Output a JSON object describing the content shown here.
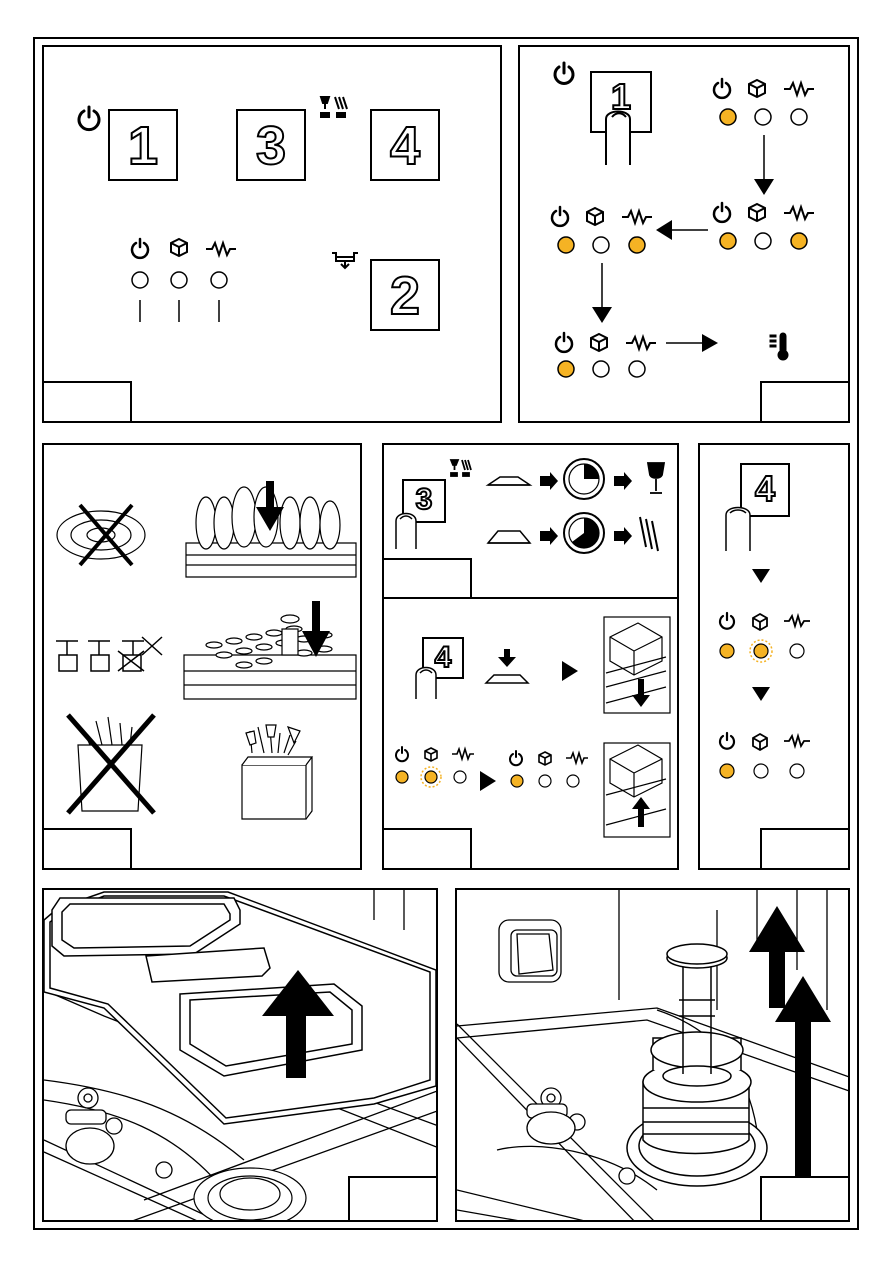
{
  "panel1": {
    "keys": [
      "1",
      "3",
      "4",
      "2"
    ]
  },
  "panel2": {
    "key": "1"
  },
  "panel4a": {
    "key": "3"
  },
  "panel4b": {
    "key": "4"
  },
  "panel5": {
    "key": "4"
  },
  "colors": {
    "led_on": "#f5b324",
    "led_off": "#ffffff",
    "line": "#000000"
  },
  "icons": [
    "power-icon",
    "detergent-icon",
    "heater-icon",
    "glass-icon",
    "cutlery-icon",
    "drain-icon",
    "thermometer-icon",
    "finger-icon",
    "arrow-icon"
  ]
}
